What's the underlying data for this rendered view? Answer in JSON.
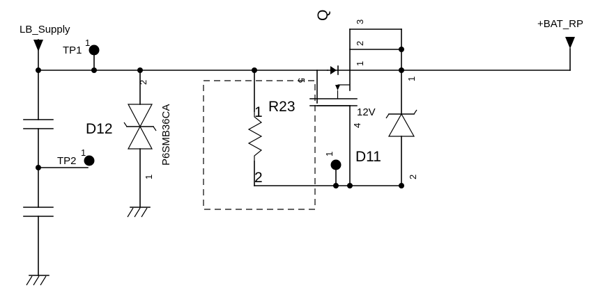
{
  "nets": {
    "lb_supply": "LB_Supply",
    "bat_rp": "+BAT_RP"
  },
  "test_points": {
    "tp1": {
      "label": "TP1",
      "pin": "1"
    },
    "tp2": {
      "label": "TP2",
      "pin": "1"
    }
  },
  "d12": {
    "ref": "D12",
    "value": "P6SMB36CA",
    "pin_top": "2",
    "pin_bottom": "1"
  },
  "r23": {
    "ref": "R23",
    "pin_top": "1",
    "pin_bottom": "2"
  },
  "q": {
    "ref": "Q",
    "pin_gate_left": "5",
    "pin_3": "3",
    "pin_2": "2",
    "pin_1": "1",
    "pin_4": "4",
    "pin_extra": "1"
  },
  "d11": {
    "ref": "D11",
    "value": "12V",
    "pin_top": "1",
    "pin_bottom": "2"
  }
}
